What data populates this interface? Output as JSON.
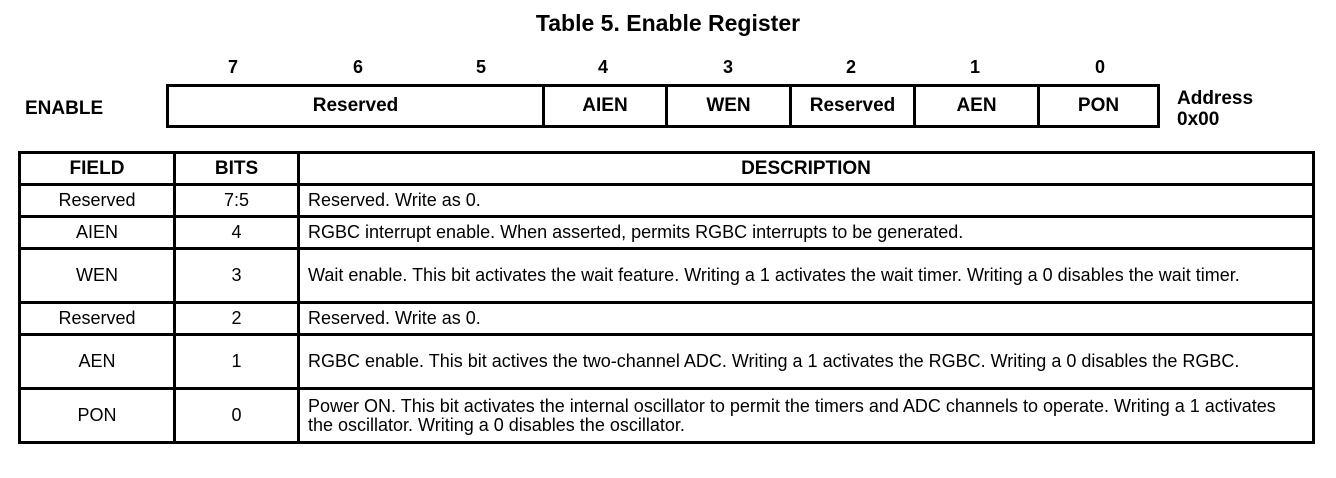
{
  "title": "Table 5. Enable Register",
  "register": {
    "name": "ENABLE",
    "bit_numbers": [
      "7",
      "6",
      "5",
      "4",
      "3",
      "2",
      "1",
      "0"
    ],
    "fields": [
      "Reserved",
      "AIEN",
      "WEN",
      "Reserved",
      "AEN",
      "PON"
    ],
    "address_label": "Address",
    "address_value": "0x00"
  },
  "table": {
    "headers": [
      "FIELD",
      "BITS",
      "DESCRIPTION"
    ],
    "rows": [
      {
        "field": "Reserved",
        "bits": "7:5",
        "description": "Reserved.  Write as 0."
      },
      {
        "field": "AIEN",
        "bits": "4",
        "description": "RGBC interrupt enable.  When asserted, permits RGBC interrupts to be generated."
      },
      {
        "field": "WEN",
        "bits": "3",
        "description": "Wait enable.  This bit activates the wait feature.  Writing a 1 activates the wait timer.  Writing a 0 disables the wait timer."
      },
      {
        "field": "Reserved",
        "bits": "2",
        "description": "Reserved.  Write as 0."
      },
      {
        "field": "AEN",
        "bits": "1",
        "description": "RGBC enable.  This bit actives the two-channel ADC.  Writing a 1 activates the RGBC.  Writing a 0 disables the RGBC."
      },
      {
        "field": "PON",
        "bits": "0",
        "description": "Power ON.  This bit activates the internal oscillator to permit the timers and ADC channels to operate.  Writing a 1 activates the oscillator.  Writing a 0 disables the oscillator."
      }
    ]
  }
}
